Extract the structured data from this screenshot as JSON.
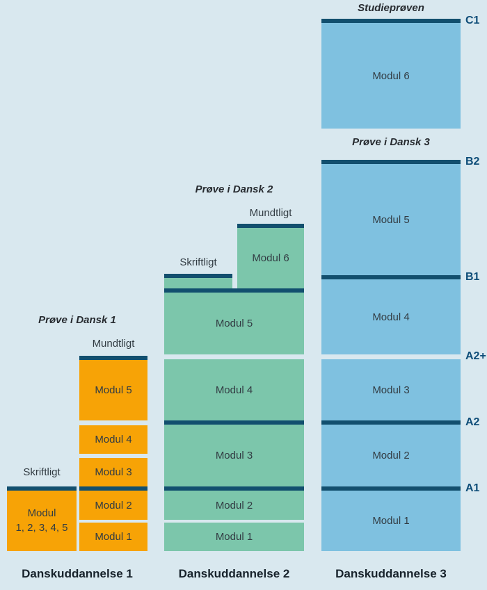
{
  "colors": {
    "background": "#d9e8ef",
    "orange": "#f7a306",
    "green": "#7cc6ab",
    "blue": "#7fc1e0",
    "level_bar": "#124f6e",
    "level_label": "#0e4d78",
    "box_text": "#323c43",
    "footer_text": "#17222b"
  },
  "levels": {
    "c1": "C1",
    "b2": "B2",
    "b1": "B1",
    "a2plus": "A2+",
    "a2": "A2",
    "a1": "A1"
  },
  "col1": {
    "exam_title": "Prøve i Dansk 1",
    "oral": "Mundtligt",
    "written": "Skriftligt",
    "modul5": "Modul 5",
    "modul4": "Modul 4",
    "modul3": "Modul 3",
    "modul2": "Modul 2",
    "modul1": "Modul 1",
    "combined_line1": "Modul",
    "combined_line2": "1, 2, 3, 4, 5",
    "footer": "Danskuddannelse 1"
  },
  "col2": {
    "exam_title": "Prøve i Dansk 2",
    "oral": "Mundtligt",
    "written": "Skriftligt",
    "modul6": "Modul 6",
    "modul5": "Modul 5",
    "modul4": "Modul 4",
    "modul3": "Modul 3",
    "modul2": "Modul 2",
    "modul1": "Modul 1",
    "footer": "Danskuddannelse 2"
  },
  "col3": {
    "study_exam_title": "Studieprøven",
    "exam_title": "Prøve i Dansk 3",
    "modul6": "Modul 6",
    "modul5": "Modul 5",
    "modul4": "Modul 4",
    "modul3": "Modul 3",
    "modul2": "Modul 2",
    "modul1": "Modul 1",
    "footer": "Danskuddannelse 3"
  }
}
